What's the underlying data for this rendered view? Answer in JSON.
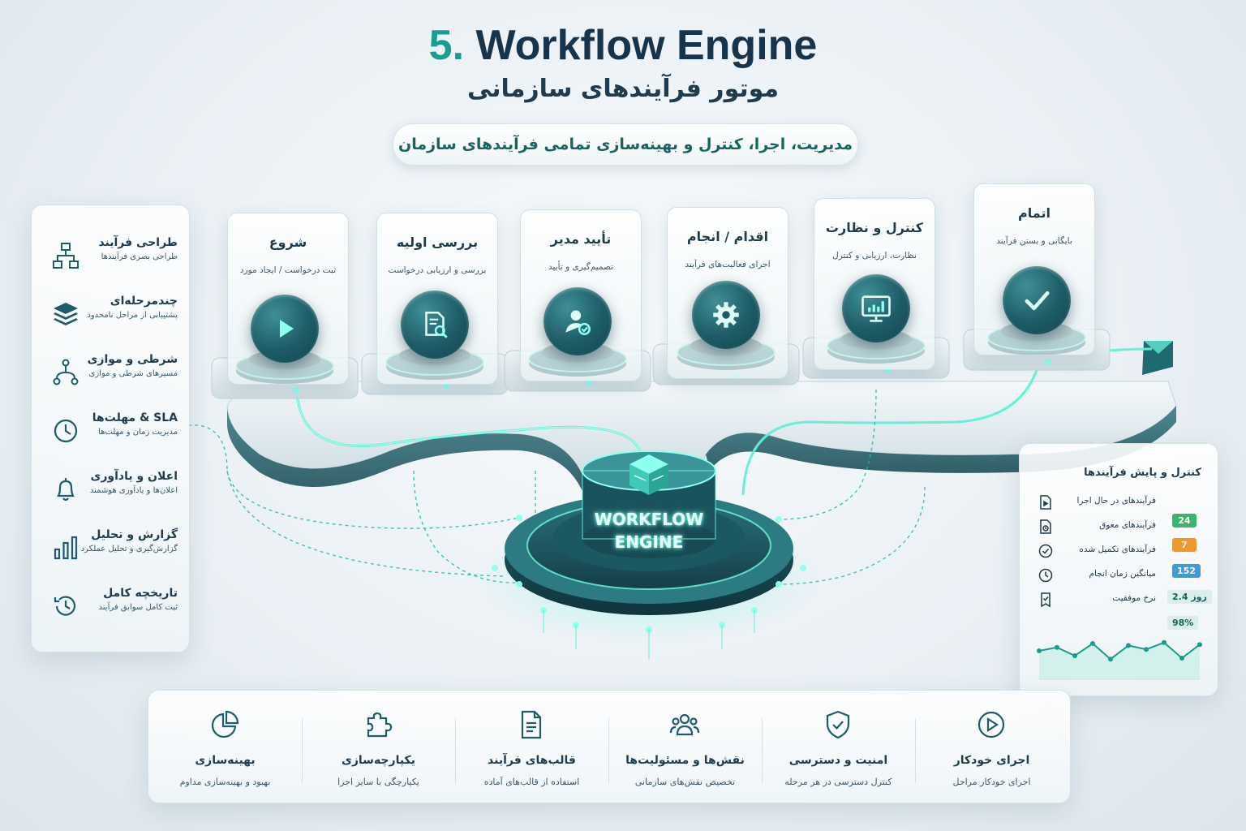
{
  "title": {
    "number": "5.",
    "text": "Workflow Engine"
  },
  "subtitle": "موتور فرآیندهای سازمانی",
  "tagline": "مدیریت، اجرا، کنترل و بهینه‌سازی تمامی فرآیندهای سازمان",
  "engine": {
    "line1": "WORKFLOW",
    "line2": "ENGINE"
  },
  "stages": [
    {
      "title": "شروع",
      "desc": "ثبت درخواست / ایجاد مورد",
      "icon": "play-icon"
    },
    {
      "title": "بررسی اولیه",
      "desc": "بررسی و ارزیابی درخواست",
      "icon": "document-search-icon"
    },
    {
      "title": "تأیید مدیر",
      "desc": "تصمیم‌گیری و تأیید",
      "icon": "user-check-icon"
    },
    {
      "title": "اقدام / انجام",
      "desc": "اجرای فعالیت‌های فرآیند",
      "icon": "gear-icon"
    },
    {
      "title": "کنترل و نظارت",
      "desc": "نظارت، ارزیابی و کنترل",
      "icon": "monitor-chart-icon"
    },
    {
      "title": "اتمام",
      "desc": "بایگانی و بستن فرآیند",
      "icon": "checkmark-icon"
    }
  ],
  "features": [
    {
      "title": "طراحی فرآیند",
      "desc": "طراحی بصری فرآیندها",
      "icon": "flowchart-icon"
    },
    {
      "title": "چندمرحله‌ای",
      "desc": "پشتیبانی از مراحل نامحدود",
      "icon": "layers-icon"
    },
    {
      "title": "شرطی و موازی",
      "desc": "مسیرهای شرطی و موازی",
      "icon": "branch-icon"
    },
    {
      "title": "SLA & مهلت‌ها",
      "desc": "مدیریت زمان و مهلت‌ها",
      "icon": "clock-icon"
    },
    {
      "title": "اعلان و یادآوری",
      "desc": "اعلان‌ها و یادآوری هوشمند",
      "icon": "bell-icon"
    },
    {
      "title": "گزارش و تحلیل",
      "desc": "گزارش‌گیری و تحلیل عملکرد",
      "icon": "bar-chart-icon"
    },
    {
      "title": "تاریخچه کامل",
      "desc": "ثبت کامل سوابق فرآیند",
      "icon": "history-icon"
    }
  ],
  "monitor": {
    "title": "کنترل و پایش فرآیندها",
    "rows": [
      {
        "label": "فرآیندهای در حال اجرا",
        "value": "24",
        "color": "#3cb371",
        "icon": "running-doc-icon"
      },
      {
        "label": "فرآیندهای معوق",
        "value": "7",
        "color": "#f0962a",
        "icon": "pending-icon"
      },
      {
        "label": "فرآیندهای تکمیل شده",
        "value": "152",
        "color": "#3f9bd6",
        "icon": "completed-icon"
      },
      {
        "label": "میانگین زمان انجام",
        "value": "2.4 روز",
        "color": "#dbeeea",
        "icon": "timer-icon"
      },
      {
        "label": "نرخ موفقیت",
        "value": "98%",
        "color": "#dbeeea",
        "icon": "success-icon"
      }
    ],
    "sparkline": [
      0.55,
      0.62,
      0.45,
      0.7,
      0.38,
      0.66,
      0.58,
      0.72,
      0.4,
      0.68
    ]
  },
  "capabilities": [
    {
      "title": "اجرای خودکار",
      "desc": "اجرای خودکار مراحل",
      "icon": "auto-play-icon"
    },
    {
      "title": "امنیت و دسترسی",
      "desc": "کنترل دسترسی در هر مرحله",
      "icon": "shield-icon"
    },
    {
      "title": "نقش‌ها و مسئولیت‌ها",
      "desc": "تخصیص نقش‌های سازمانی",
      "icon": "users-icon"
    },
    {
      "title": "قالب‌های فرآیند",
      "desc": "استفاده از قالب‌های آماده",
      "icon": "template-icon"
    },
    {
      "title": "یکپارچه‌سازی",
      "desc": "یکپارچگی با سایر اجزا",
      "icon": "puzzle-icon"
    },
    {
      "title": "بهینه‌سازی",
      "desc": "بهبود و بهینه‌سازی مداوم",
      "icon": "pie-chart-icon"
    }
  ]
}
